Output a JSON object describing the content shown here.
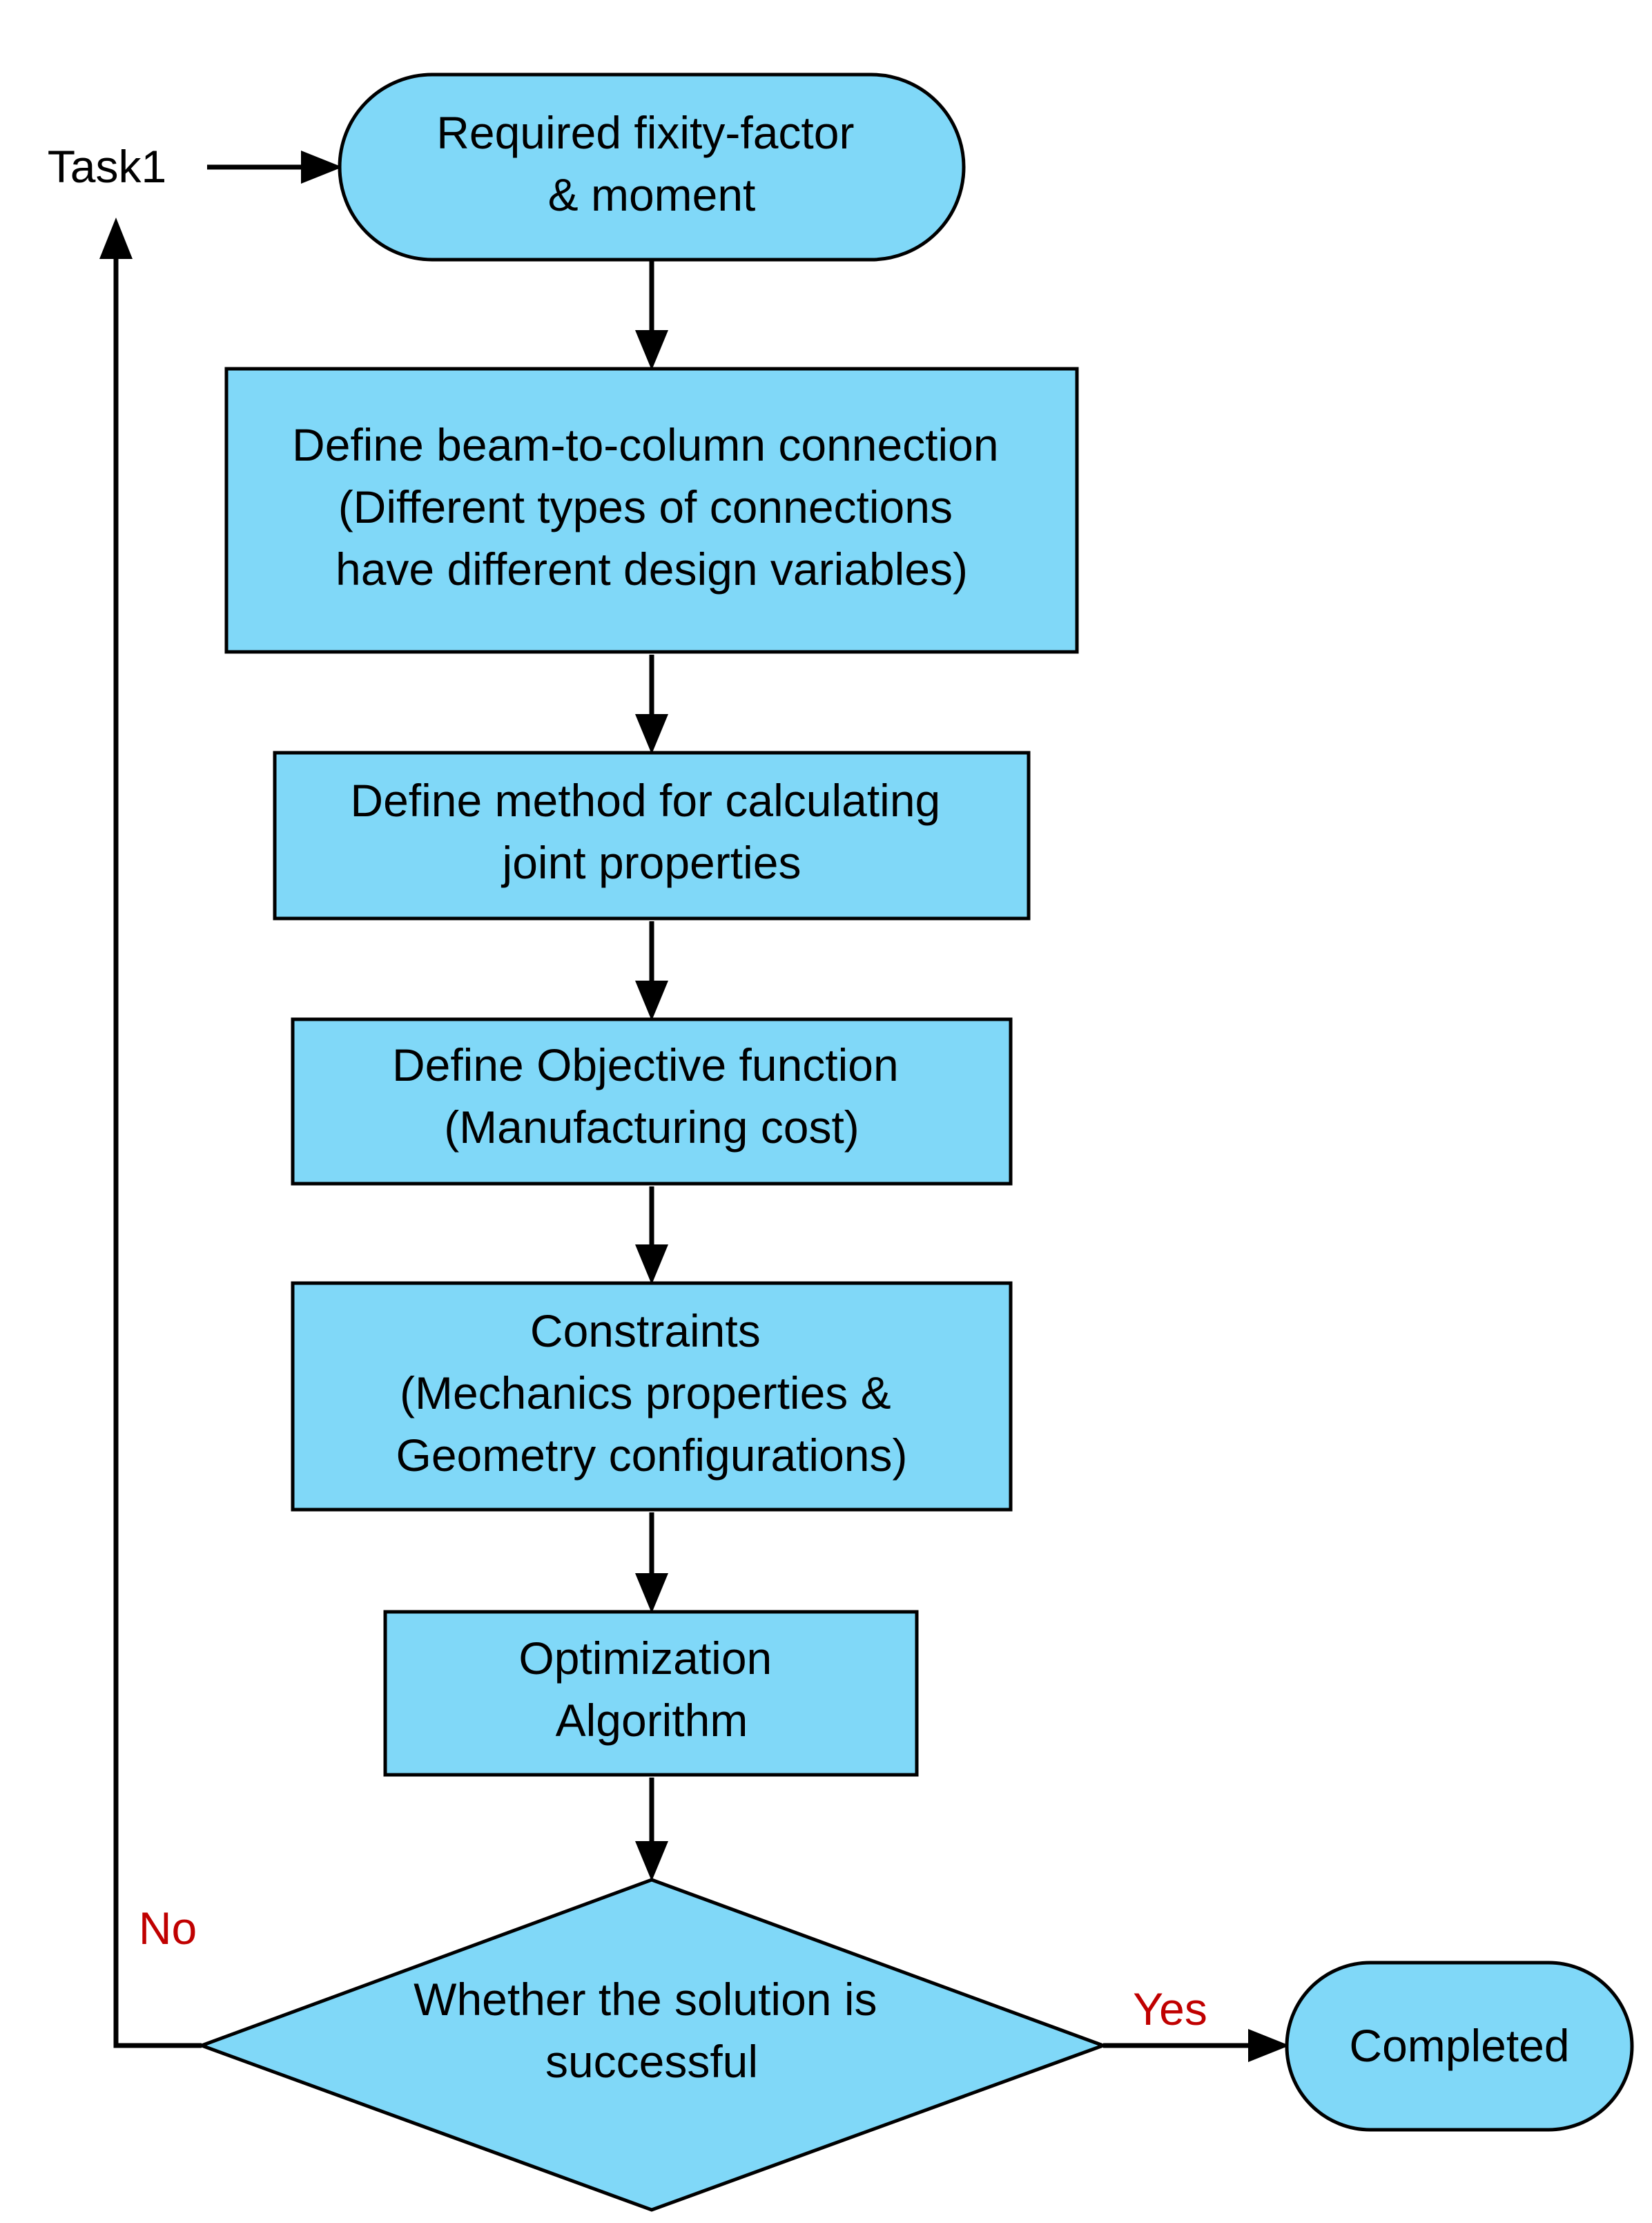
{
  "nodes": {
    "start": {
      "lines": [
        "Required fixity-factor",
        "& moment"
      ]
    },
    "connection": {
      "lines": [
        "Define beam-to-column connection",
        "(Different types of connections",
        "have different design variables)"
      ]
    },
    "method": {
      "lines": [
        "Define method for calculating",
        "joint properties"
      ]
    },
    "objective": {
      "lines": [
        "Define Objective function",
        "(Manufacturing cost)"
      ]
    },
    "constraints": {
      "lines": [
        "Constraints",
        "(Mechanics properties &",
        "Geometry configurations)"
      ]
    },
    "algorithm": {
      "lines": [
        "Optimization",
        "Algorithm"
      ]
    },
    "decision": {
      "lines": [
        "Whether the solution is",
        "successful"
      ]
    },
    "completed": {
      "lines": [
        "Completed"
      ]
    }
  },
  "labels": {
    "task": "Task1",
    "no": "No",
    "yes": "Yes"
  },
  "colors": {
    "node_fill": "#80d8f8",
    "stroke": "#000000",
    "branch_label": "#c00000"
  }
}
